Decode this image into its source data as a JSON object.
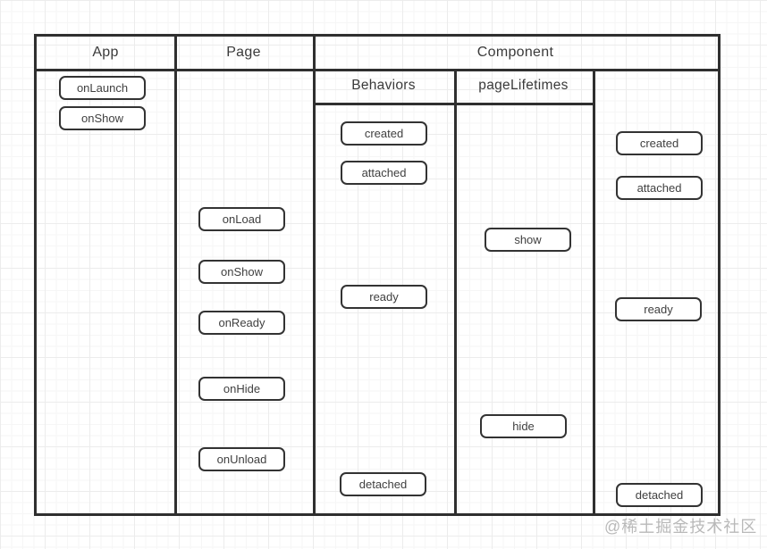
{
  "headers": {
    "app": "App",
    "page": "Page",
    "component": "Component",
    "behaviors": "Behaviors",
    "pageLifetimes": "pageLifetimes"
  },
  "boxes": {
    "app": [
      "onLaunch",
      "onShow"
    ],
    "page": [
      "onLoad",
      "onShow",
      "onReady",
      "onHide",
      "onUnload"
    ],
    "behaviors": [
      "created",
      "attached",
      "ready",
      "detached"
    ],
    "page_lifetimes": [
      "show",
      "hide"
    ],
    "component_right": [
      "created",
      "attached",
      "ready",
      "detached"
    ]
  },
  "watermark": {
    "text": "@稀土掘金技术社区"
  },
  "colors": {
    "line": "#2f2f2f",
    "box_border": "#333333",
    "text": "#3a3a3a",
    "watermark": "#b9b9b9",
    "background": "#ffffff",
    "grid_minor": "#f6f6f6",
    "grid_major": "#ececec"
  }
}
